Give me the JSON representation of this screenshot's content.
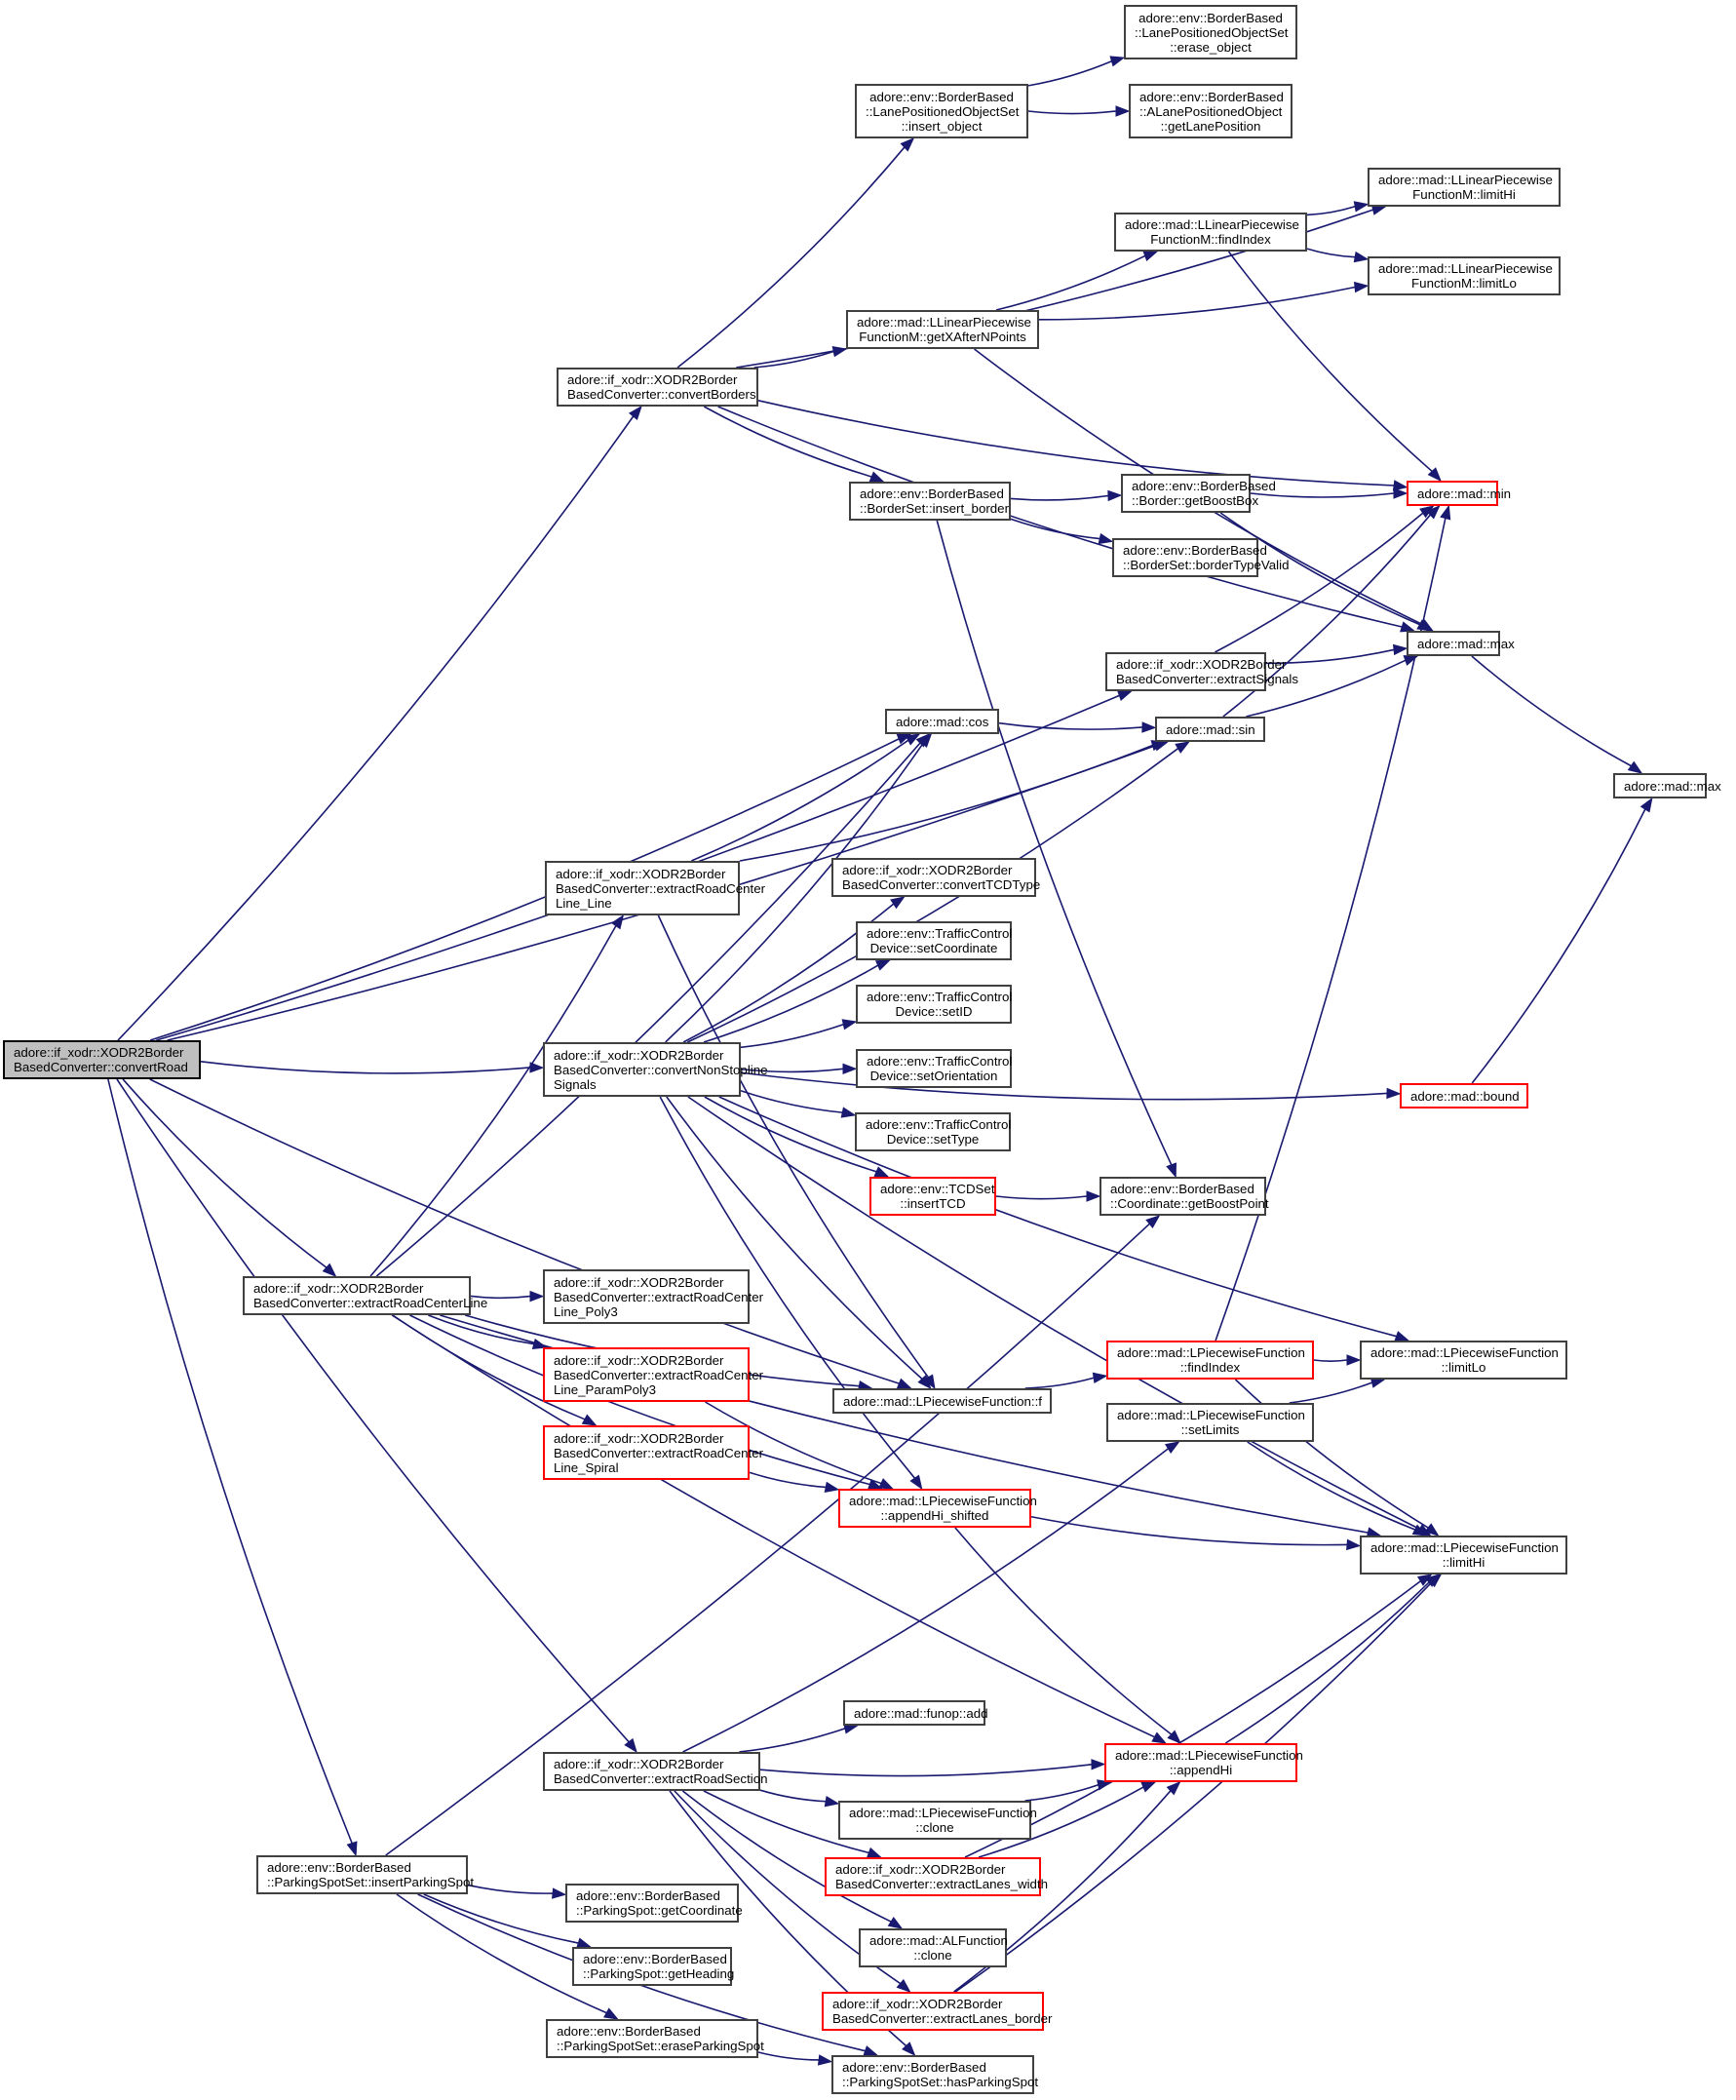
{
  "graph": {
    "type": "call-graph",
    "root": "convertRoad",
    "colors": {
      "edge": "#191970",
      "root_fill": "#bfbfbf",
      "node_border": "#404040",
      "truncated_border": "#ff0000"
    },
    "nodes": [
      {
        "id": "convertRoad",
        "lines": [
          "adore::if_xodr::XODR2Border",
          "BasedConverter::convertRoad"
        ],
        "style": "root"
      },
      {
        "id": "erase_object",
        "lines": [
          "adore::env::BorderBased",
          "::LanePositionedObjectSet",
          "::erase_object"
        ],
        "style": "normal"
      },
      {
        "id": "insert_object",
        "lines": [
          "adore::env::BorderBased",
          "::LanePositionedObjectSet",
          "::insert_object"
        ],
        "style": "normal"
      },
      {
        "id": "getLanePosition",
        "lines": [
          "adore::env::BorderBased",
          "::ALanePositionedObject",
          "::getLanePosition"
        ],
        "style": "normal"
      },
      {
        "id": "llpf_limitHi",
        "lines": [
          "adore::mad::LLinearPiecewise",
          "FunctionM::limitHi"
        ],
        "style": "normal"
      },
      {
        "id": "llpf_findIndex",
        "lines": [
          "adore::mad::LLinearPiecewise",
          "FunctionM::findIndex"
        ],
        "style": "normal"
      },
      {
        "id": "llpf_limitLo",
        "lines": [
          "adore::mad::LLinearPiecewise",
          "FunctionM::limitLo"
        ],
        "style": "normal"
      },
      {
        "id": "getXAfterNPoints",
        "lines": [
          "adore::mad::LLinearPiecewise",
          "FunctionM::getXAfterNPoints"
        ],
        "style": "normal"
      },
      {
        "id": "convertBorders",
        "lines": [
          "adore::if_xodr::XODR2Border",
          "BasedConverter::convertBorders"
        ],
        "style": "normal"
      },
      {
        "id": "min",
        "lines": [
          "adore::mad::min"
        ],
        "style": "truncated"
      },
      {
        "id": "insert_border",
        "lines": [
          "adore::env::BorderBased",
          "::BorderSet::insert_border"
        ],
        "style": "normal"
      },
      {
        "id": "getBoostBox",
        "lines": [
          "adore::env::BorderBased",
          "::Border::getBoostBox"
        ],
        "style": "normal"
      },
      {
        "id": "borderTypeValid",
        "lines": [
          "adore::env::BorderBased",
          "::BorderSet::borderTypeValid"
        ],
        "style": "normal"
      },
      {
        "id": "extractSignals",
        "lines": [
          "adore::if_xodr::XODR2Border",
          "BasedConverter::extractSignals"
        ],
        "style": "normal"
      },
      {
        "id": "max",
        "lines": [
          "adore::mad::max"
        ],
        "style": "normal"
      },
      {
        "id": "max2",
        "lines": [
          "adore::mad::max"
        ],
        "style": "normal"
      },
      {
        "id": "cos",
        "lines": [
          "adore::mad::cos"
        ],
        "style": "normal"
      },
      {
        "id": "sin",
        "lines": [
          "adore::mad::sin"
        ],
        "style": "normal"
      },
      {
        "id": "ercl_Line",
        "lines": [
          "adore::if_xodr::XODR2Border",
          "BasedConverter::extractRoadCenter",
          "Line_Line"
        ],
        "style": "normal"
      },
      {
        "id": "convertTCDType",
        "lines": [
          "adore::if_xodr::XODR2Border",
          "BasedConverter::convertTCDType"
        ],
        "style": "normal"
      },
      {
        "id": "setCoordinate",
        "lines": [
          "adore::env::TrafficControl",
          "Device::setCoordinate"
        ],
        "style": "normal"
      },
      {
        "id": "setID",
        "lines": [
          "adore::env::TrafficControl",
          "Device::setID"
        ],
        "style": "normal"
      },
      {
        "id": "convertNonStopline",
        "lines": [
          "adore::if_xodr::XODR2Border",
          "BasedConverter::convertNonStopline",
          "Signals"
        ],
        "style": "normal"
      },
      {
        "id": "setOrientation",
        "lines": [
          "adore::env::TrafficControl",
          "Device::setOrientation"
        ],
        "style": "normal"
      },
      {
        "id": "bound",
        "lines": [
          "adore::mad::bound"
        ],
        "style": "truncated"
      },
      {
        "id": "setType",
        "lines": [
          "adore::env::TrafficControl",
          "Device::setType"
        ],
        "style": "normal"
      },
      {
        "id": "insertTCD",
        "lines": [
          "adore::env::TCDSet",
          "::insertTCD"
        ],
        "style": "truncated"
      },
      {
        "id": "getBoostPoint",
        "lines": [
          "adore::env::BorderBased",
          "::Coordinate::getBoostPoint"
        ],
        "style": "normal"
      },
      {
        "id": "extractRoadCenterLine",
        "lines": [
          "adore::if_xodr::XODR2Border",
          "BasedConverter::extractRoadCenterLine"
        ],
        "style": "normal"
      },
      {
        "id": "ercl_Poly3",
        "lines": [
          "adore::if_xodr::XODR2Border",
          "BasedConverter::extractRoadCenter",
          "Line_Poly3"
        ],
        "style": "normal"
      },
      {
        "id": "lpf_findIndex",
        "lines": [
          "adore::mad::LPiecewiseFunction",
          "::findIndex"
        ],
        "style": "truncated"
      },
      {
        "id": "lpf_limitLo",
        "lines": [
          "adore::mad::LPiecewiseFunction",
          "::limitLo"
        ],
        "style": "normal"
      },
      {
        "id": "ercl_ParamPoly3",
        "lines": [
          "adore::if_xodr::XODR2Border",
          "BasedConverter::extractRoadCenter",
          "Line_ParamPoly3"
        ],
        "style": "truncated"
      },
      {
        "id": "lpf_f",
        "lines": [
          "adore::mad::LPiecewiseFunction::f"
        ],
        "style": "normal"
      },
      {
        "id": "setLimits",
        "lines": [
          "adore::mad::LPiecewiseFunction",
          "::setLimits"
        ],
        "style": "normal"
      },
      {
        "id": "ercl_Spiral",
        "lines": [
          "adore::if_xodr::XODR2Border",
          "BasedConverter::extractRoadCenter",
          "Line_Spiral"
        ],
        "style": "truncated"
      },
      {
        "id": "appendHi_shifted",
        "lines": [
          "adore::mad::LPiecewiseFunction",
          "::appendHi_shifted"
        ],
        "style": "truncated"
      },
      {
        "id": "lpf_limitHi",
        "lines": [
          "adore::mad::LPiecewiseFunction",
          "::limitHi"
        ],
        "style": "normal"
      },
      {
        "id": "funop_add",
        "lines": [
          "adore::mad::funop::add"
        ],
        "style": "normal"
      },
      {
        "id": "extractRoadSection",
        "lines": [
          "adore::if_xodr::XODR2Border",
          "BasedConverter::extractRoadSection"
        ],
        "style": "normal"
      },
      {
        "id": "appendHi",
        "lines": [
          "adore::mad::LPiecewiseFunction",
          "::appendHi"
        ],
        "style": "truncated"
      },
      {
        "id": "lpf_clone",
        "lines": [
          "adore::mad::LPiecewiseFunction",
          "::clone"
        ],
        "style": "normal"
      },
      {
        "id": "insertParkingSpot",
        "lines": [
          "adore::env::BorderBased",
          "::ParkingSpotSet::insertParkingSpot"
        ],
        "style": "normal"
      },
      {
        "id": "ps_getCoordinate",
        "lines": [
          "adore::env::BorderBased",
          "::ParkingSpot::getCoordinate"
        ],
        "style": "normal"
      },
      {
        "id": "extractLanes_width",
        "lines": [
          "adore::if_xodr::XODR2Border",
          "BasedConverter::extractLanes_width"
        ],
        "style": "truncated"
      },
      {
        "id": "ps_getHeading",
        "lines": [
          "adore::env::BorderBased",
          "::ParkingSpot::getHeading"
        ],
        "style": "normal"
      },
      {
        "id": "alf_clone",
        "lines": [
          "adore::mad::ALFunction",
          "::clone"
        ],
        "style": "normal"
      },
      {
        "id": "extractLanes_border",
        "lines": [
          "adore::if_xodr::XODR2Border",
          "BasedConverter::extractLanes_border"
        ],
        "style": "truncated"
      },
      {
        "id": "eraseParkingSpot",
        "lines": [
          "adore::env::BorderBased",
          "::ParkingSpotSet::eraseParkingSpot"
        ],
        "style": "normal"
      },
      {
        "id": "hasParkingSpot",
        "lines": [
          "adore::env::BorderBased",
          "::ParkingSpotSet::hasParkingSpot"
        ],
        "style": "normal"
      }
    ],
    "edges": [
      [
        "convertRoad",
        "convertBorders"
      ],
      [
        "convertRoad",
        "extractSignals"
      ],
      [
        "convertRoad",
        "cos"
      ],
      [
        "convertRoad",
        "sin"
      ],
      [
        "convertRoad",
        "convertNonStopline"
      ],
      [
        "convertRoad",
        "lpf_f"
      ],
      [
        "convertRoad",
        "extractRoadCenterLine"
      ],
      [
        "convertRoad",
        "extractRoadSection"
      ],
      [
        "convertRoad",
        "insertParkingSpot"
      ],
      [
        "insert_object",
        "erase_object"
      ],
      [
        "insert_object",
        "getLanePosition"
      ],
      [
        "convertBorders",
        "insert_object"
      ],
      [
        "convertBorders",
        "llpf_limitHi"
      ],
      [
        "convertBorders",
        "getXAfterNPoints"
      ],
      [
        "convertBorders",
        "min"
      ],
      [
        "convertBorders",
        "insert_border"
      ],
      [
        "convertBorders",
        "max"
      ],
      [
        "llpf_findIndex",
        "llpf_limitHi"
      ],
      [
        "llpf_findIndex",
        "llpf_limitLo"
      ],
      [
        "llpf_findIndex",
        "min"
      ],
      [
        "getXAfterNPoints",
        "llpf_findIndex"
      ],
      [
        "getXAfterNPoints",
        "llpf_limitLo"
      ],
      [
        "getXAfterNPoints",
        "max"
      ],
      [
        "insert_border",
        "getBoostBox"
      ],
      [
        "insert_border",
        "borderTypeValid"
      ],
      [
        "insert_border",
        "getBoostPoint"
      ],
      [
        "getBoostBox",
        "min"
      ],
      [
        "getBoostBox",
        "max"
      ],
      [
        "extractSignals",
        "min"
      ],
      [
        "extractSignals",
        "max"
      ],
      [
        "max",
        "max2"
      ],
      [
        "cos",
        "sin"
      ],
      [
        "sin",
        "min"
      ],
      [
        "sin",
        "max"
      ],
      [
        "ercl_Line",
        "cos"
      ],
      [
        "ercl_Line",
        "sin"
      ],
      [
        "ercl_Line",
        "lpf_f"
      ],
      [
        "convertNonStopline",
        "cos"
      ],
      [
        "convertNonStopline",
        "sin"
      ],
      [
        "convertNonStopline",
        "convertTCDType"
      ],
      [
        "convertNonStopline",
        "setCoordinate"
      ],
      [
        "convertNonStopline",
        "setID"
      ],
      [
        "convertNonStopline",
        "setOrientation"
      ],
      [
        "convertNonStopline",
        "setType"
      ],
      [
        "convertNonStopline",
        "insertTCD"
      ],
      [
        "convertNonStopline",
        "bound"
      ],
      [
        "convertNonStopline",
        "lpf_f"
      ],
      [
        "convertNonStopline",
        "lpf_limitLo"
      ],
      [
        "convertNonStopline",
        "lpf_limitHi"
      ],
      [
        "convertNonStopline",
        "appendHi_shifted"
      ],
      [
        "bound",
        "max2"
      ],
      [
        "insertTCD",
        "getBoostPoint"
      ],
      [
        "extractRoadCenterLine",
        "ercl_Line"
      ],
      [
        "extractRoadCenterLine",
        "cos"
      ],
      [
        "extractRoadCenterLine",
        "lpf_f"
      ],
      [
        "extractRoadCenterLine",
        "ercl_Poly3"
      ],
      [
        "extractRoadCenterLine",
        "ercl_ParamPoly3"
      ],
      [
        "extractRoadCenterLine",
        "ercl_Spiral"
      ],
      [
        "extractRoadCenterLine",
        "appendHi_shifted"
      ],
      [
        "extractRoadCenterLine",
        "appendHi"
      ],
      [
        "extractRoadCenterLine",
        "lpf_limitHi"
      ],
      [
        "ercl_ParamPoly3",
        "appendHi_shifted"
      ],
      [
        "ercl_Spiral",
        "appendHi_shifted"
      ],
      [
        "lpf_f",
        "lpf_findIndex"
      ],
      [
        "lpf_findIndex",
        "lpf_limitLo"
      ],
      [
        "lpf_findIndex",
        "lpf_limitHi"
      ],
      [
        "lpf_findIndex",
        "min"
      ],
      [
        "setLimits",
        "lpf_limitLo"
      ],
      [
        "setLimits",
        "lpf_limitHi"
      ],
      [
        "appendHi_shifted",
        "lpf_limitHi"
      ],
      [
        "appendHi_shifted",
        "appendHi"
      ],
      [
        "appendHi",
        "lpf_limitHi"
      ],
      [
        "extractRoadSection",
        "setLimits"
      ],
      [
        "extractRoadSection",
        "funop_add"
      ],
      [
        "extractRoadSection",
        "appendHi"
      ],
      [
        "extractRoadSection",
        "lpf_clone"
      ],
      [
        "extractRoadSection",
        "extractLanes_width"
      ],
      [
        "extractRoadSection",
        "alf_clone"
      ],
      [
        "extractRoadSection",
        "extractLanes_border"
      ],
      [
        "extractRoadSection",
        "hasParkingSpot"
      ],
      [
        "lpf_clone",
        "appendHi"
      ],
      [
        "extractLanes_width",
        "appendHi"
      ],
      [
        "extractLanes_width",
        "lpf_limitHi"
      ],
      [
        "extractLanes_border",
        "appendHi"
      ],
      [
        "extractLanes_border",
        "lpf_limitHi"
      ],
      [
        "insertParkingSpot",
        "getBoostPoint"
      ],
      [
        "insertParkingSpot",
        "ps_getCoordinate"
      ],
      [
        "insertParkingSpot",
        "ps_getHeading"
      ],
      [
        "insertParkingSpot",
        "eraseParkingSpot"
      ],
      [
        "insertParkingSpot",
        "hasParkingSpot"
      ],
      [
        "eraseParkingSpot",
        "hasParkingSpot"
      ]
    ]
  }
}
